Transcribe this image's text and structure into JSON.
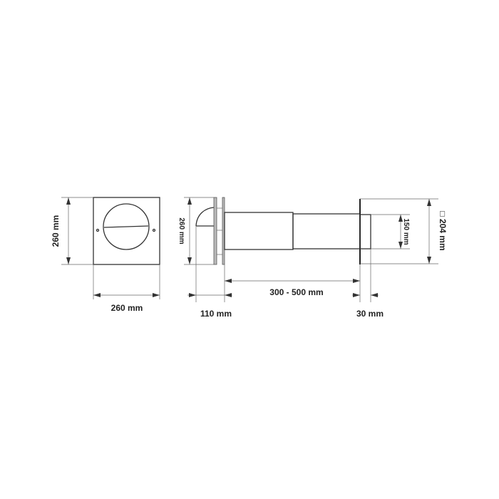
{
  "front_view": {
    "height_label": "260 mm",
    "width_label": "260 mm"
  },
  "side_view": {
    "height_label": "260 mm",
    "hood_depth_label": "110 mm",
    "tube_length_label": "300 - 500 mm",
    "flange_depth_label": "30 mm",
    "collar_diameter_label": "150 mm",
    "flange_size_label": "□ 204 mm"
  }
}
